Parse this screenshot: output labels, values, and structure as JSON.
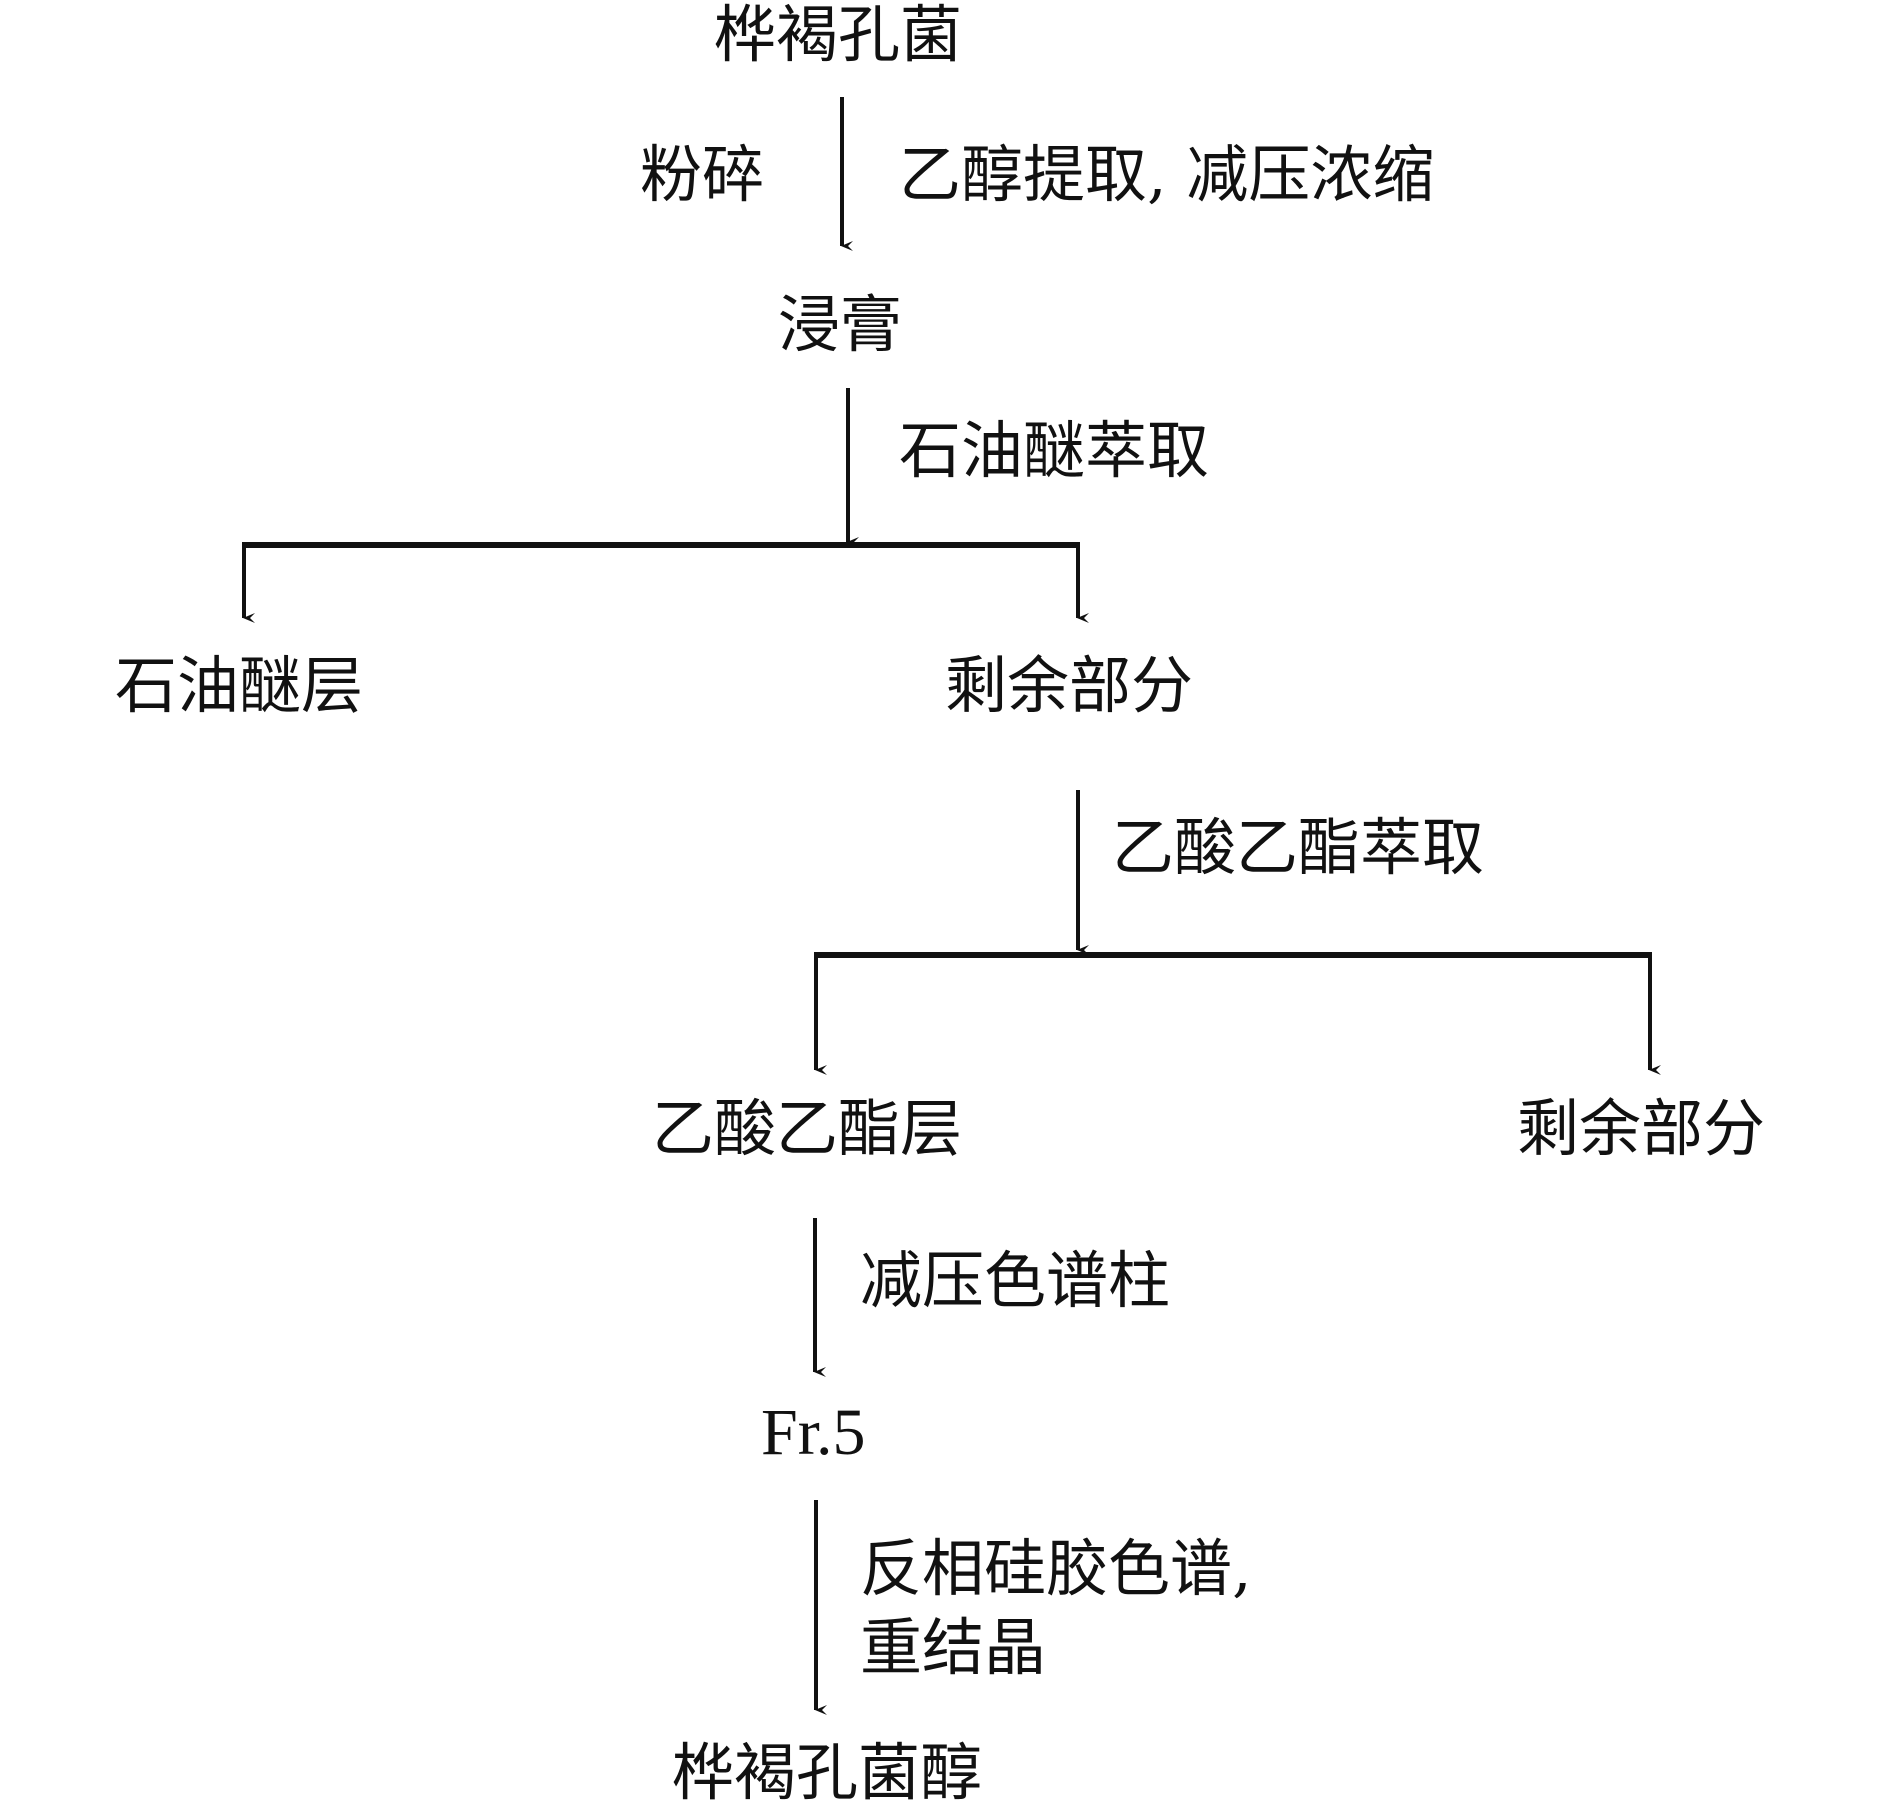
{
  "nodes": {
    "start": "桦褐孔菌",
    "extract": "浸膏",
    "pe_layer": "石油醚层",
    "remainder1": "剩余部分",
    "ea_layer": "乙酸乙酯层",
    "remainder2": "剩余部分",
    "fraction": "Fr.5",
    "product": "桦褐孔菌醇"
  },
  "steps": {
    "grind": "粉碎",
    "ethanol": "乙醇提取, 减压浓缩",
    "pe_extract": "石油醚萃取",
    "ea_extract": "乙酸乙酯萃取",
    "vacuum_column": "减压色谱柱",
    "rp_line1": "反相硅胶色谱,",
    "rp_line2": "重结晶"
  },
  "colors": {
    "line": "#111111",
    "text": "#111111"
  }
}
